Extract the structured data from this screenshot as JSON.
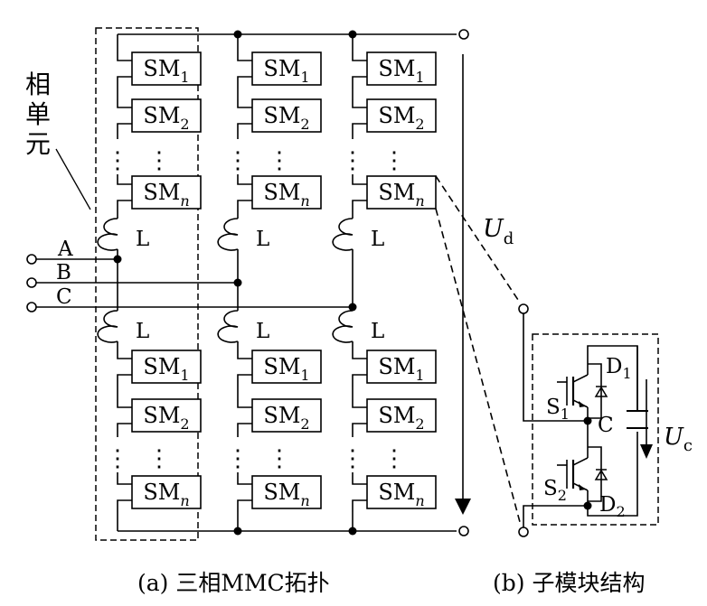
{
  "phase_unit_label": "相单元",
  "phases": [
    "A",
    "B",
    "C"
  ],
  "submodule_prefix": "SM",
  "submodule_subscripts": [
    "1",
    "2",
    "n"
  ],
  "inductor_label": "L",
  "dots": "⋮",
  "dc_voltage": {
    "symbol": "U",
    "subscript": "d"
  },
  "submodule_circuit": {
    "switch_1": {
      "symbol": "S",
      "subscript": "1"
    },
    "switch_2": {
      "symbol": "S",
      "subscript": "2"
    },
    "diode_1": {
      "symbol": "D",
      "subscript": "1"
    },
    "diode_2": {
      "symbol": "D",
      "subscript": "2"
    },
    "capacitor": "C",
    "cap_voltage": {
      "symbol": "U",
      "subscript": "c"
    }
  },
  "captions": {
    "a": "(a) 三相MMC拓扑",
    "b": "(b) 子模块结构"
  }
}
